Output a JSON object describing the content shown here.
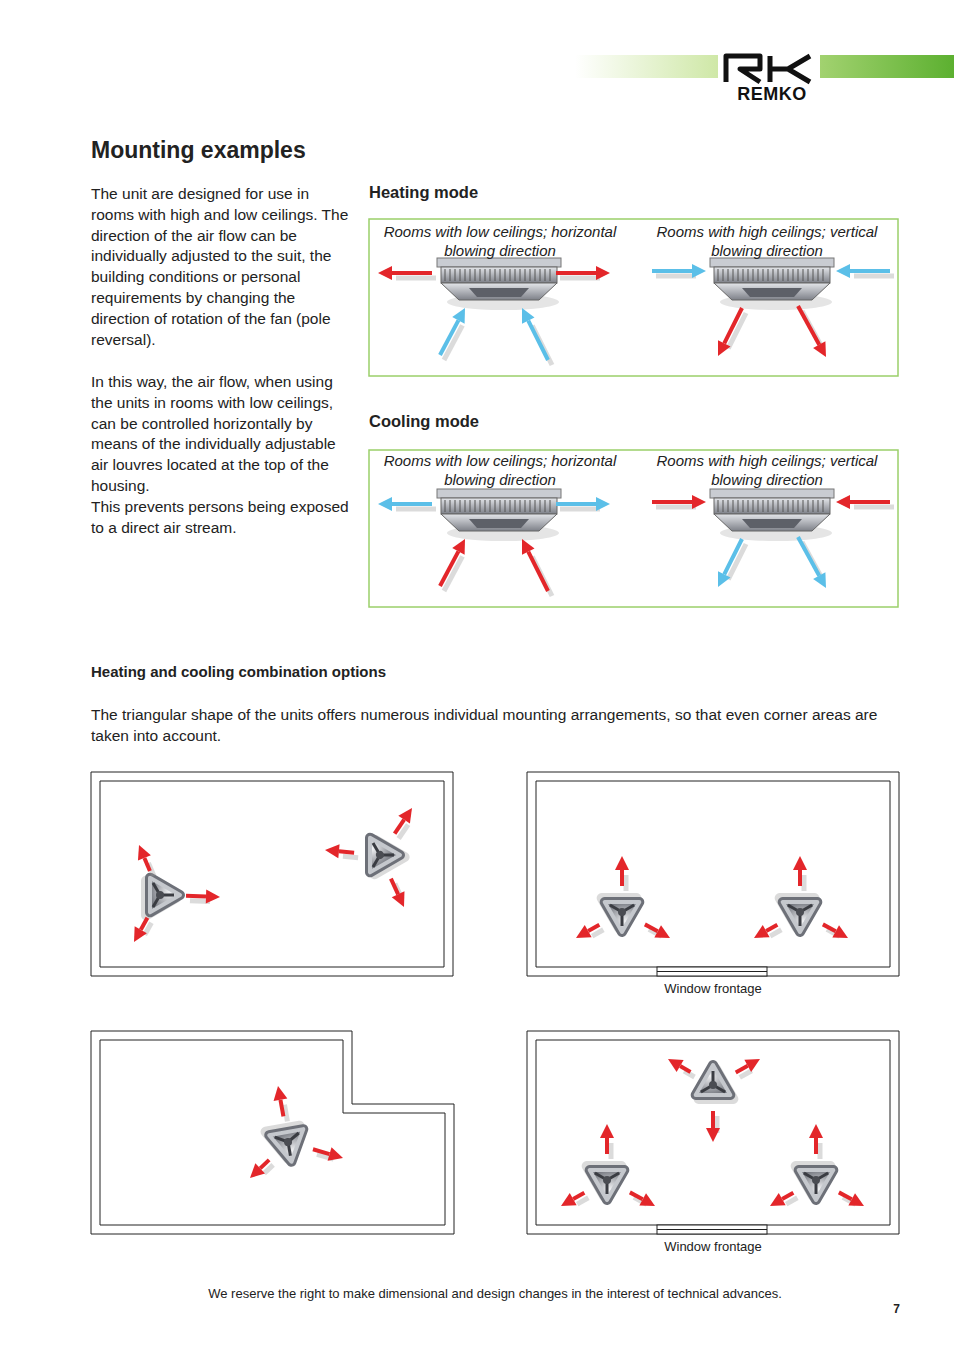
{
  "diagram": {
    "title": "Mounting examples",
    "nodes": [
      {
        "text": [
          "Heating mode",
          "Rooms with low ceilings; horizontal blowing direction",
          "Rooms with high ceilings; vertical blowing direction"
        ]
      },
      {
        "text": [
          "Cooling mode",
          "Rooms with low ceilings; horizontal blowing direction",
          "Rooms with high ceilings; vertical blowing direction"
        ]
      },
      {
        "text": [
          "Window frontage"
        ]
      },
      {
        "text": [
          "Window frontage"
        ]
      }
    ],
    "labels": [
      "REMKO",
      "The unit are designed for use in rooms with high and low ceilings. The direction of the air flow can be individually adjusted to the suit, the building conditions or personal requirements by changing the direction of rotation of the fan (pole reversal).",
      "In this way, the air flow, when using the units in rooms with low ceilings, can be controlled horizontally by means of the individually adjustable air louvres located at the top of the housing.",
      "This prevents persons being exposed to a direct air stream.",
      "Heating and cooling combination options",
      "The triangular shape of the units offers numerous individual mounting arrangements, so that even corner areas are taken into account.",
      "We reserve the right to make dimensional and design changes in the interest of technical advances.",
      "7"
    ]
  }
}
